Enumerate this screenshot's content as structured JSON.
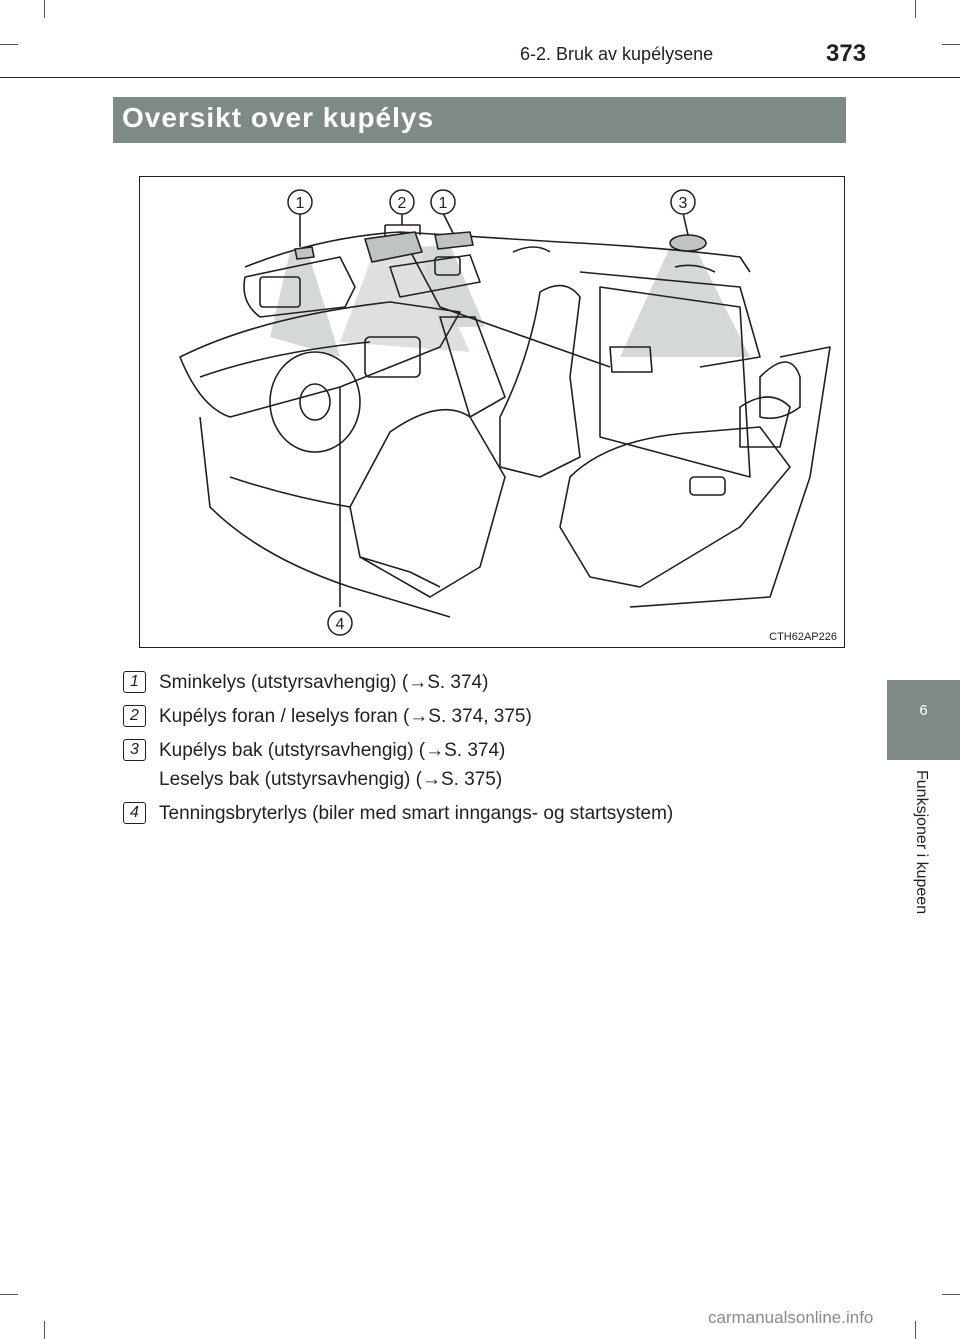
{
  "header": {
    "section": "6-2. Bruk av kupélysene",
    "page_number": "373"
  },
  "title": "Oversikt over kupélys",
  "figure": {
    "code": "CTH62AP226",
    "callouts": [
      "1",
      "2",
      "1",
      "3",
      "4"
    ]
  },
  "side_tab": {
    "chapter": "6",
    "caption": "Funksjoner i kupeen"
  },
  "legend": [
    {
      "num": "1",
      "lines": [
        "Sminkelys (utstyrsavhengig) (→S. 374)"
      ]
    },
    {
      "num": "2",
      "lines": [
        "Kupélys foran / leselys foran (→S. 374, 375)"
      ]
    },
    {
      "num": "3",
      "lines": [
        "Kupélys bak (utstyrsavhengig) (→S. 374)",
        "Leselys bak (utstyrsavhengig) (→S. 375)"
      ]
    },
    {
      "num": "4",
      "lines": [
        "Tenningsbryterlys (biler med smart inngangs- og startsystem)"
      ]
    }
  ],
  "watermark": "carmanualsonline.info"
}
